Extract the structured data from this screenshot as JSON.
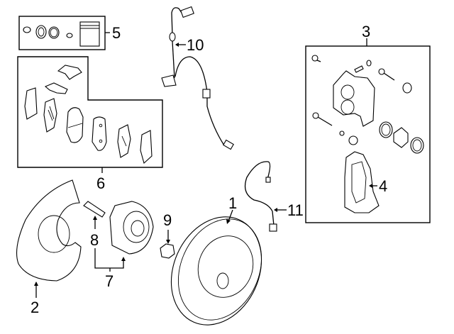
{
  "diagram": {
    "title": "Front brake components exploded parts diagram",
    "callouts": [
      {
        "id": "1",
        "label": "1",
        "part": "brake-rotor"
      },
      {
        "id": "2",
        "label": "2",
        "part": "splash-shield"
      },
      {
        "id": "3",
        "label": "3",
        "part": "caliper-assembly"
      },
      {
        "id": "4",
        "label": "4",
        "part": "caliper-support-bracket"
      },
      {
        "id": "5",
        "label": "5",
        "part": "caliper-repair-kit"
      },
      {
        "id": "6",
        "label": "6",
        "part": "brake-pad-set"
      },
      {
        "id": "7",
        "label": "7",
        "part": "hub-assembly"
      },
      {
        "id": "8",
        "label": "8",
        "part": "wheel-stud"
      },
      {
        "id": "9",
        "label": "9",
        "part": "axle-nut"
      },
      {
        "id": "10",
        "label": "10",
        "part": "abs-wheel-speed-sensor"
      },
      {
        "id": "11",
        "label": "11",
        "part": "brake-hose"
      }
    ]
  }
}
